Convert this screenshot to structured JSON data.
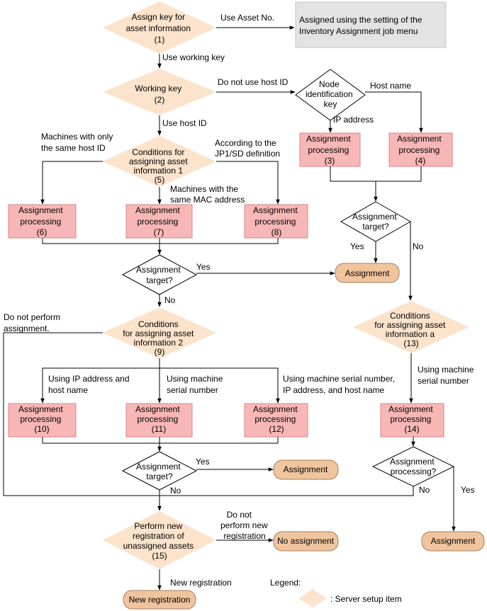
{
  "diamonds": {
    "d1": [
      "Assign key for",
      "asset information",
      "(1)"
    ],
    "d2": [
      "Working key",
      "(2)"
    ],
    "d5": [
      "Conditions for",
      "assigning asset",
      "information 1",
      "(5)"
    ],
    "d9": [
      "Conditions",
      "for assigning asset",
      "information 2",
      "(9)"
    ],
    "d13": [
      "Conditions",
      "for assigning asset",
      "information a",
      "(13)"
    ],
    "d15": [
      "Perform new",
      "registration of",
      "unassigned assets",
      "(15)"
    ],
    "node": [
      "Node",
      "identification",
      "key"
    ],
    "t1": [
      "Assignment",
      "target?"
    ],
    "t2": [
      "Assignment",
      "target?"
    ],
    "t3": [
      "Assignment",
      "target?"
    ],
    "ap": [
      "Assignment",
      "processing?"
    ]
  },
  "boxes": {
    "p3": [
      "Assignment",
      "processing",
      "(3)"
    ],
    "p4": [
      "Assignment",
      "processing",
      "(4)"
    ],
    "p6": [
      "Assignment",
      "processing",
      "(6)"
    ],
    "p7": [
      "Assignment",
      "processing",
      "(7)"
    ],
    "p8": [
      "Assignment",
      "processing",
      "(8)"
    ],
    "p10": [
      "Assignment",
      "processing",
      "(10)"
    ],
    "p11": [
      "Assignment",
      "processing",
      "(11)"
    ],
    "p12": [
      "Assignment",
      "processing",
      "(12)"
    ],
    "p14": [
      "Assignment",
      "processing",
      "(14)"
    ]
  },
  "note": [
    "Assigned using the setting of the",
    "Inventory Assignment job menu"
  ],
  "pills": {
    "a1": "Assignment",
    "a2": "Assignment",
    "a3": "Assignment",
    "a4": "Assignment",
    "noassign": "No assignment",
    "newreg": "New registration"
  },
  "edges": {
    "use_asset_no": "Use Asset No.",
    "use_working_key": "Use working key",
    "no_host_id": "Do not use host ID",
    "use_host_id": "Use host ID",
    "host_name": "Host name",
    "ip_address": "IP address",
    "only_host_id": [
      "Machines with only",
      "the same host ID"
    ],
    "per_jp1": [
      "According to the",
      "JP1/SD definition"
    ],
    "same_mac": [
      "Machines with the",
      "same MAC address"
    ],
    "yes_a": "Yes",
    "no_a": "No",
    "yes_b": "Yes",
    "no_b": "No",
    "no_perform": [
      "Do not perform",
      "assignment."
    ],
    "ip_host": [
      "Using IP address and",
      "host name"
    ],
    "serial": [
      "Using machine",
      "serial number"
    ],
    "serial_ip_host": [
      "Using machine serial number,",
      "IP address, and host name"
    ],
    "serial_a": [
      "Using machine",
      "serial number"
    ],
    "yes_c": "Yes",
    "no_c": "No",
    "no_d": "No",
    "yes_d": "Yes",
    "no_new_reg": [
      "Do not",
      "perform new",
      "registration"
    ],
    "new_reg": "New registration"
  },
  "legend": {
    "title": "Legend:",
    "item": ": Server setup item"
  }
}
